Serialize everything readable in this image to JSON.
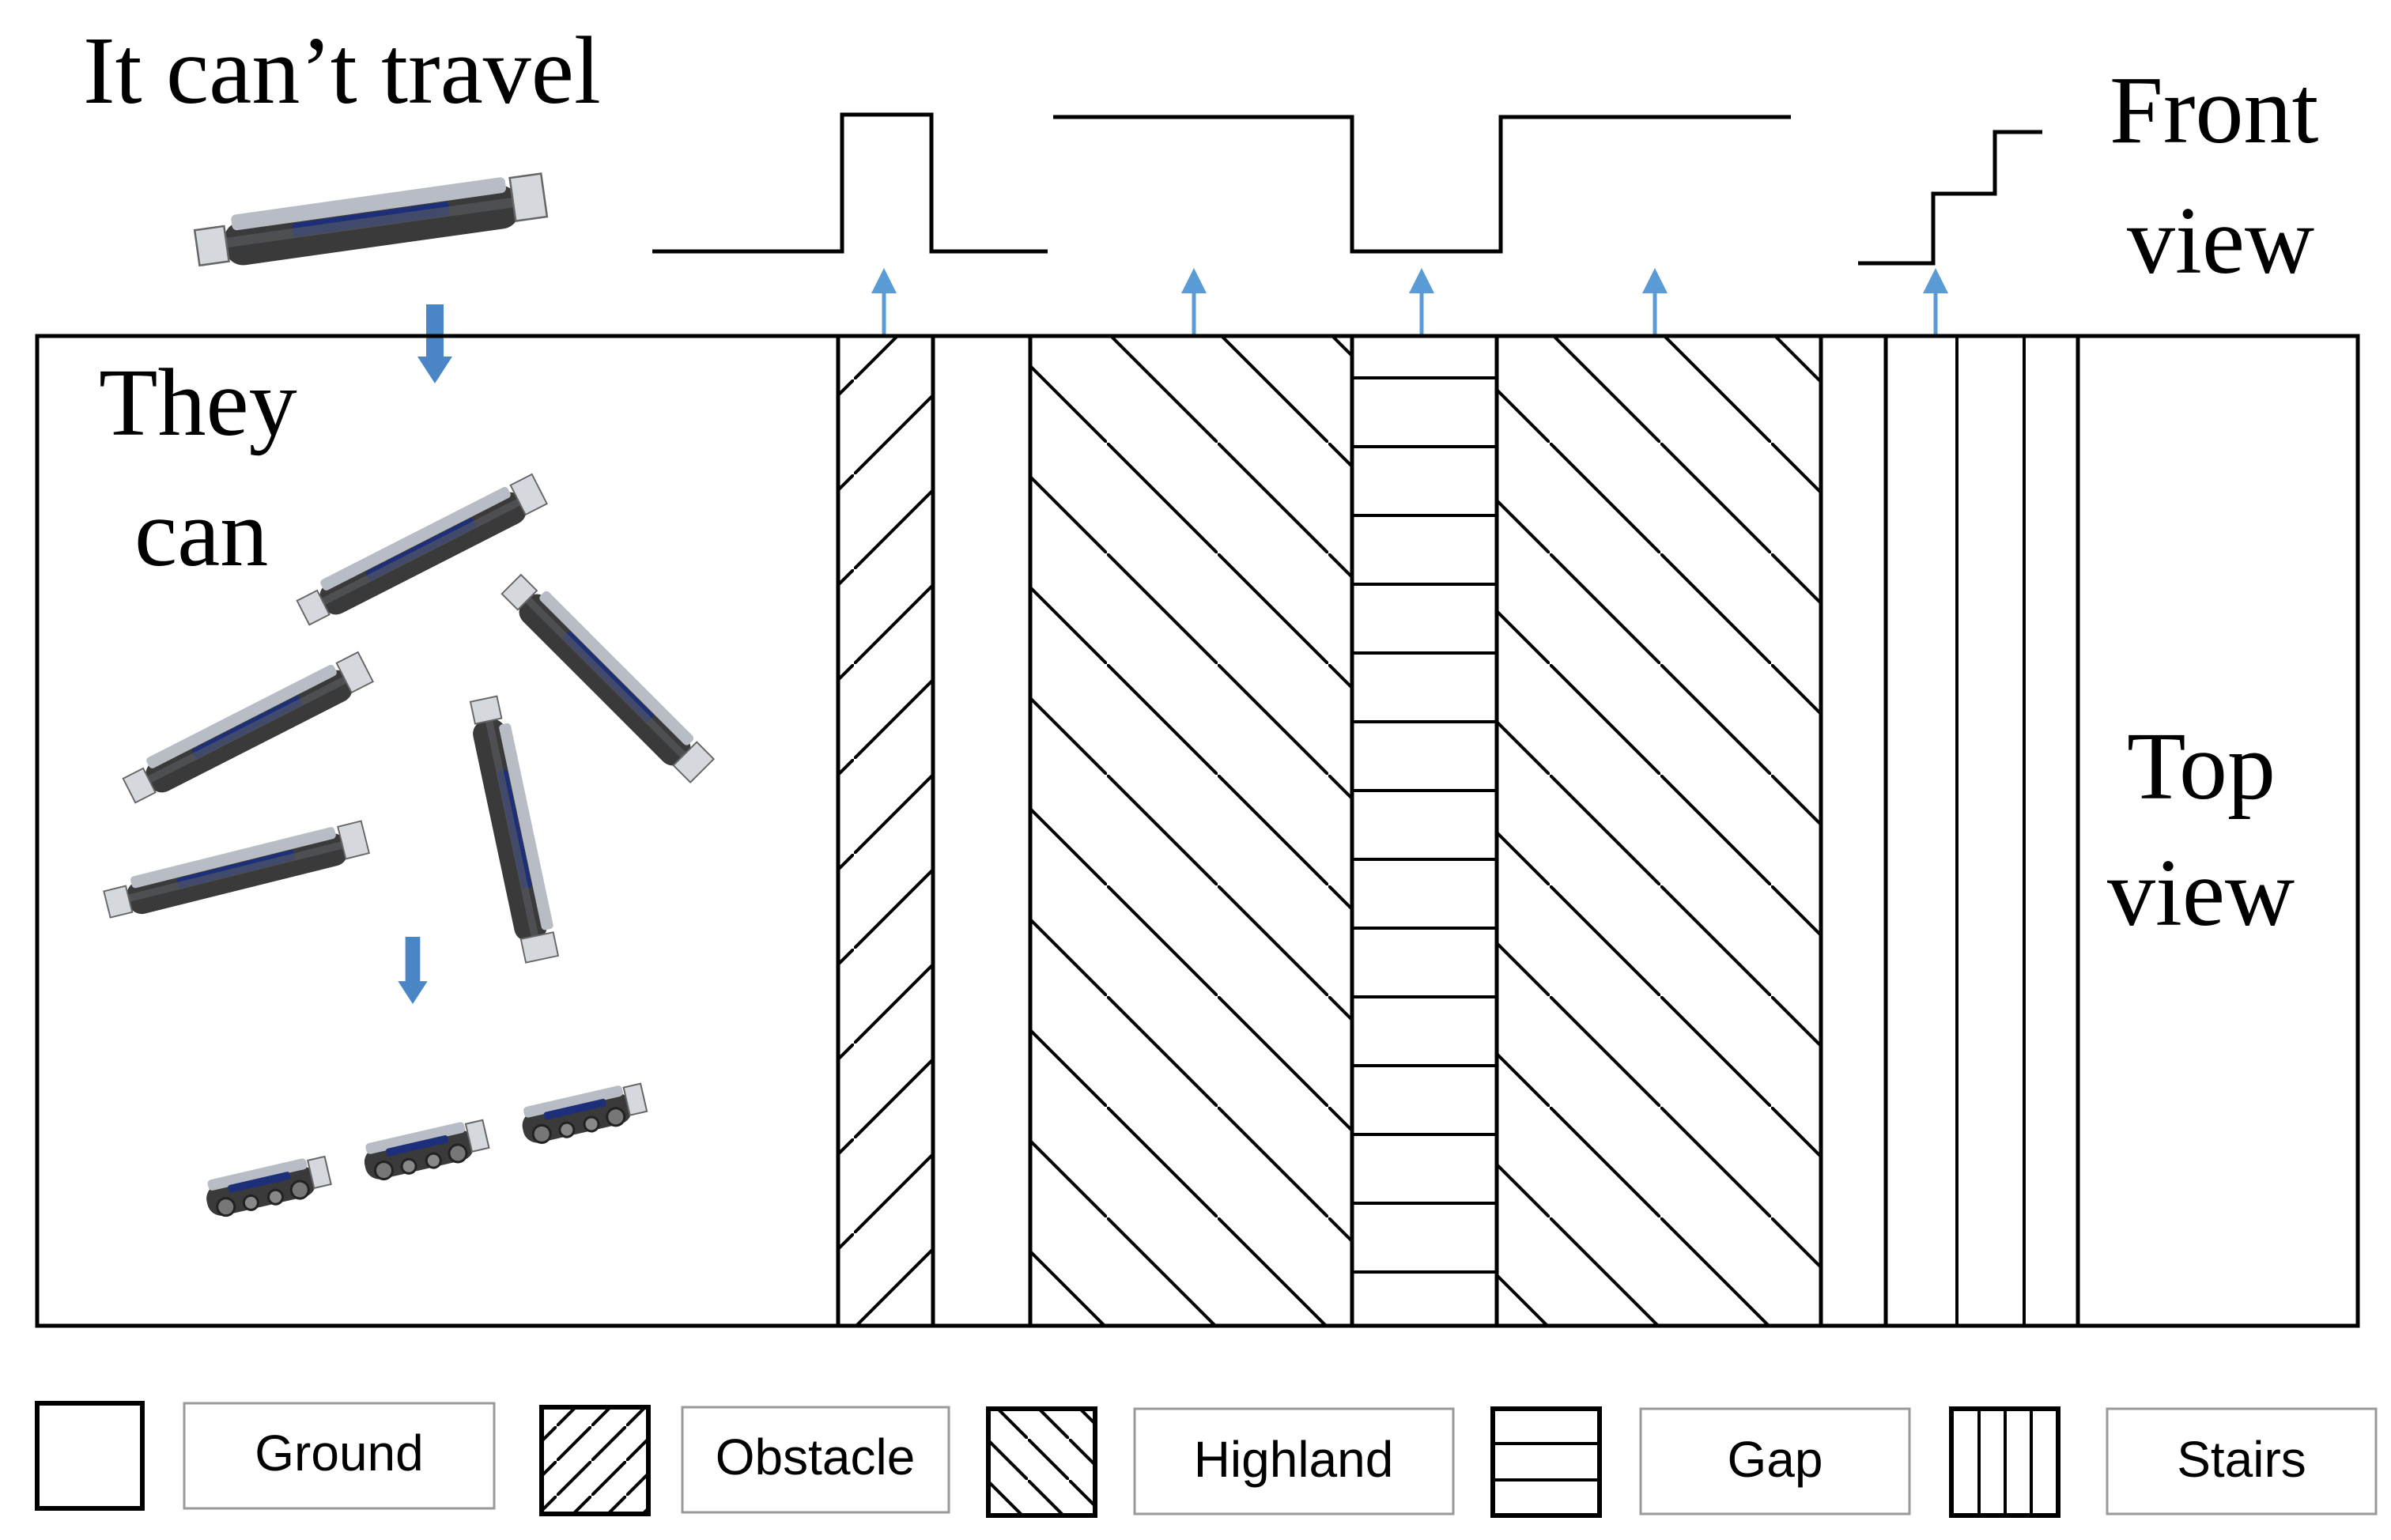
{
  "labels": {
    "cant_travel": "It can’t travel",
    "front_view_1": "Front",
    "front_view_2": "view",
    "they_can_1": "They",
    "they_can_2": "can",
    "top_view_1": "Top",
    "top_view_2": "view"
  },
  "legend": [
    {
      "key": "ground",
      "label": "Ground",
      "pattern": "none"
    },
    {
      "key": "obstacle",
      "label": "Obstacle",
      "pattern": "diag-up"
    },
    {
      "key": "highland",
      "label": "Highland",
      "pattern": "diag-down"
    },
    {
      "key": "gap",
      "label": "Gap",
      "pattern": "horizontal"
    },
    {
      "key": "stairs",
      "label": "Stairs",
      "pattern": "vertical"
    }
  ],
  "colors": {
    "arrow": "#4a86c5",
    "arrow_light": "#5b9bd5",
    "line": "#000000",
    "robot_body": "#3a3a3a",
    "robot_metal": "#b8bcc4",
    "robot_panel": "#1e2f7a"
  },
  "icons": {
    "robot": "tracked-robot-icon",
    "arrow_down": "arrow-down-icon",
    "arrow_up": "arrow-up-icon"
  }
}
